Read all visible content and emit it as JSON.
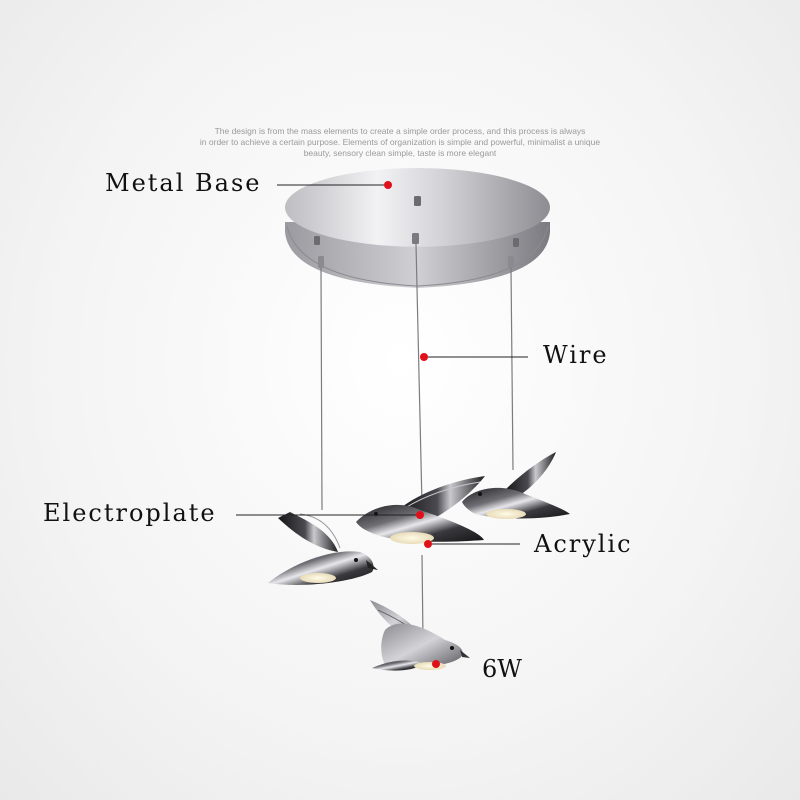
{
  "description_lines": [
    "The design is from the mass elements to create a simple order process, and this process is always",
    "in order to achieve a certain purpose. Elements of organization is simple and powerful, minimalist a unique",
    "beauty, sensory clean simple, taste is more elegant"
  ],
  "labels": {
    "metal_base": "Metal Base",
    "wire": "Wire",
    "electroplate": "Electroplate",
    "acrylic": "Acrylic",
    "power": "6W"
  },
  "colors": {
    "marker": "#e0101a",
    "leader_line": "#222222",
    "chrome_dark": "#2a2a2c",
    "chrome_light": "#d8d8dc"
  }
}
